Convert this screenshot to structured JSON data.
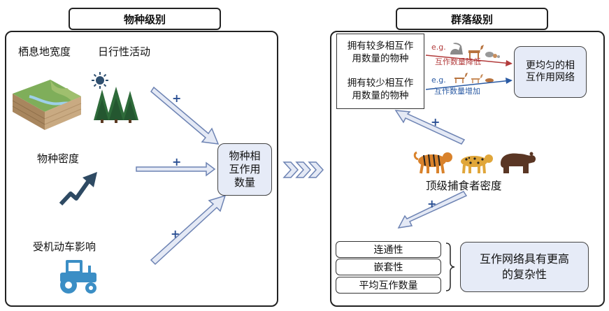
{
  "species_level": {
    "title": "物种级别",
    "factors": {
      "habitat_width": "栖息地宽度",
      "diel_activity": "日行性活动",
      "species_density": "物种密度",
      "vehicle_impact": "受机动车影响"
    },
    "central_lines": [
      "物种相",
      "互作用",
      "数量"
    ],
    "arrow_sign": "+"
  },
  "community_level": {
    "title": "群落级别",
    "more_species_lines": [
      "拥有较多相互作",
      "用数量的物种"
    ],
    "fewer_species_lines": [
      "拥有较少相互作",
      "用数量的物种"
    ],
    "eg": "e.g.",
    "decrease_label": "互作数量降低",
    "increase_label": "互作数量增加",
    "even_network_lines": [
      "更均匀的相",
      "互作用网络"
    ],
    "predator_density": "顶级捕食者密度",
    "arrow_sign": "+",
    "metrics": [
      "连通性",
      "嵌套性",
      "平均互作数量"
    ],
    "complexity_lines": [
      "互作网络具有更高",
      "的复杂性"
    ]
  },
  "icons": [
    "terrain-icon",
    "sun-icon",
    "trees-icon",
    "trend-up-icon",
    "tractor-icon",
    "animals-group-icon",
    "tiger-icon",
    "jaguar-icon",
    "bear-icon",
    "bracket-icon"
  ],
  "colors": {
    "node_fill": "#e6ebf7",
    "arrow_fill": "#e4e9f5",
    "arrow_stroke": "#6d83b3",
    "sign_color": "#2a4f93",
    "decrease_color": "#b23b3b",
    "increase_color": "#2a5aa3"
  }
}
